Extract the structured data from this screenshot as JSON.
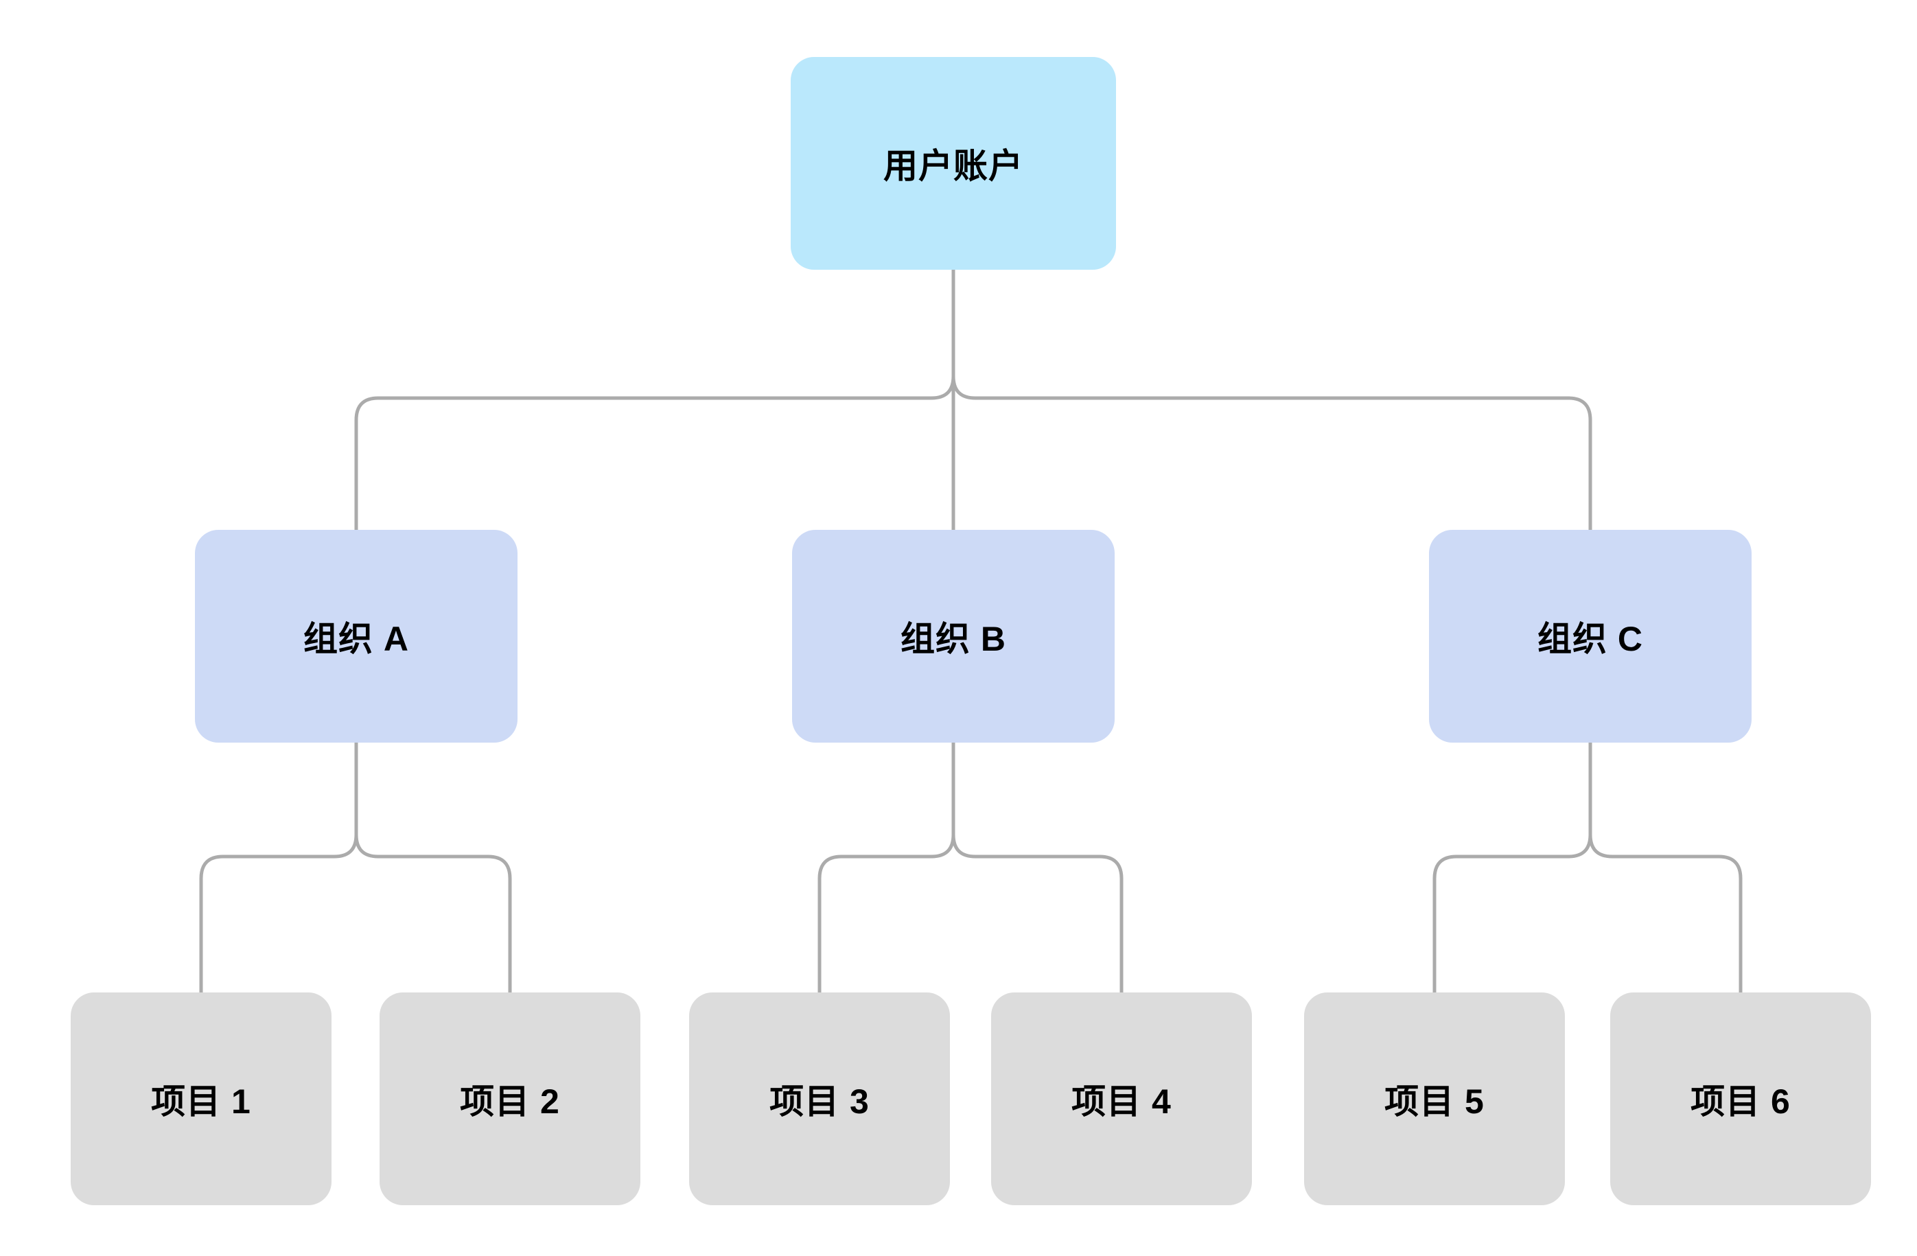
{
  "diagram": {
    "type": "tree",
    "background": "#ffffff",
    "colors": {
      "root_fill": "#BAE8FC",
      "org_fill": "#CDDAF6",
      "project_fill": "#DCDCDC",
      "connector": "#ABABAB",
      "label_text": "#000000"
    },
    "nodes": {
      "root": {
        "label": "用户账户"
      },
      "orgs": [
        {
          "label": "组织 A"
        },
        {
          "label": "组织 B"
        },
        {
          "label": "组织 C"
        }
      ],
      "projects": [
        {
          "label": "项目 1"
        },
        {
          "label": "项目 2"
        },
        {
          "label": "项目 3"
        },
        {
          "label": "项目 4"
        },
        {
          "label": "项目 5"
        },
        {
          "label": "项目 6"
        }
      ]
    },
    "edges": [
      {
        "from": "用户账户",
        "to": "组织 A"
      },
      {
        "from": "用户账户",
        "to": "组织 B"
      },
      {
        "from": "用户账户",
        "to": "组织 C"
      },
      {
        "from": "组织 A",
        "to": "项目 1"
      },
      {
        "from": "组织 A",
        "to": "项目 2"
      },
      {
        "from": "组织 B",
        "to": "项目 3"
      },
      {
        "from": "组织 B",
        "to": "项目 4"
      },
      {
        "from": "组织 C",
        "to": "项目 5"
      },
      {
        "from": "组织 C",
        "to": "项目 6"
      }
    ]
  }
}
